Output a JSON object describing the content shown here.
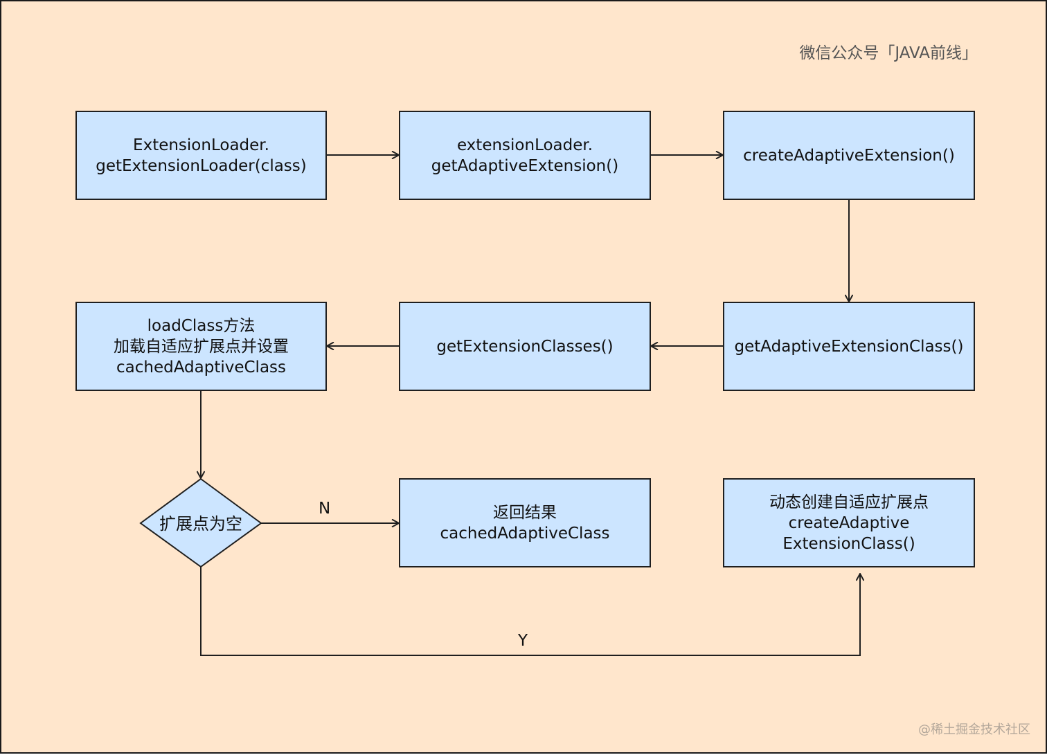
{
  "header": {
    "watermark": "微信公众号「JAVA前线」"
  },
  "footer": {
    "watermark": "@稀土掘金技术社区"
  },
  "colors": {
    "background": "#ffe6cc",
    "box_fill": "#cce5ff",
    "border": "#1f1f1f",
    "text": "#111111"
  },
  "nodes": {
    "get_loader": {
      "lines": [
        "ExtensionLoader.",
        "getExtensionLoader(class)"
      ]
    },
    "get_adaptive": {
      "lines": [
        "extensionLoader.",
        "getAdaptiveExtension()"
      ]
    },
    "create_adaptive": {
      "lines": [
        "createAdaptiveExtension()"
      ]
    },
    "get_adaptive_class": {
      "lines": [
        "getAdaptiveExtensionClass()"
      ]
    },
    "get_classes": {
      "lines": [
        "getExtensionClasses()"
      ]
    },
    "load_class": {
      "lines": [
        "loadClass方法",
        "加载自适应扩展点并设置",
        "cachedAdaptiveClass"
      ]
    },
    "decision": {
      "label": "扩展点为空"
    },
    "return_result": {
      "lines": [
        "返回结果",
        "cachedAdaptiveClass"
      ]
    },
    "dynamic_create": {
      "lines": [
        "动态创建自适应扩展点",
        "createAdaptive",
        "ExtensionClass()"
      ]
    }
  },
  "edges": {
    "no_label": "N",
    "yes_label": "Y"
  }
}
